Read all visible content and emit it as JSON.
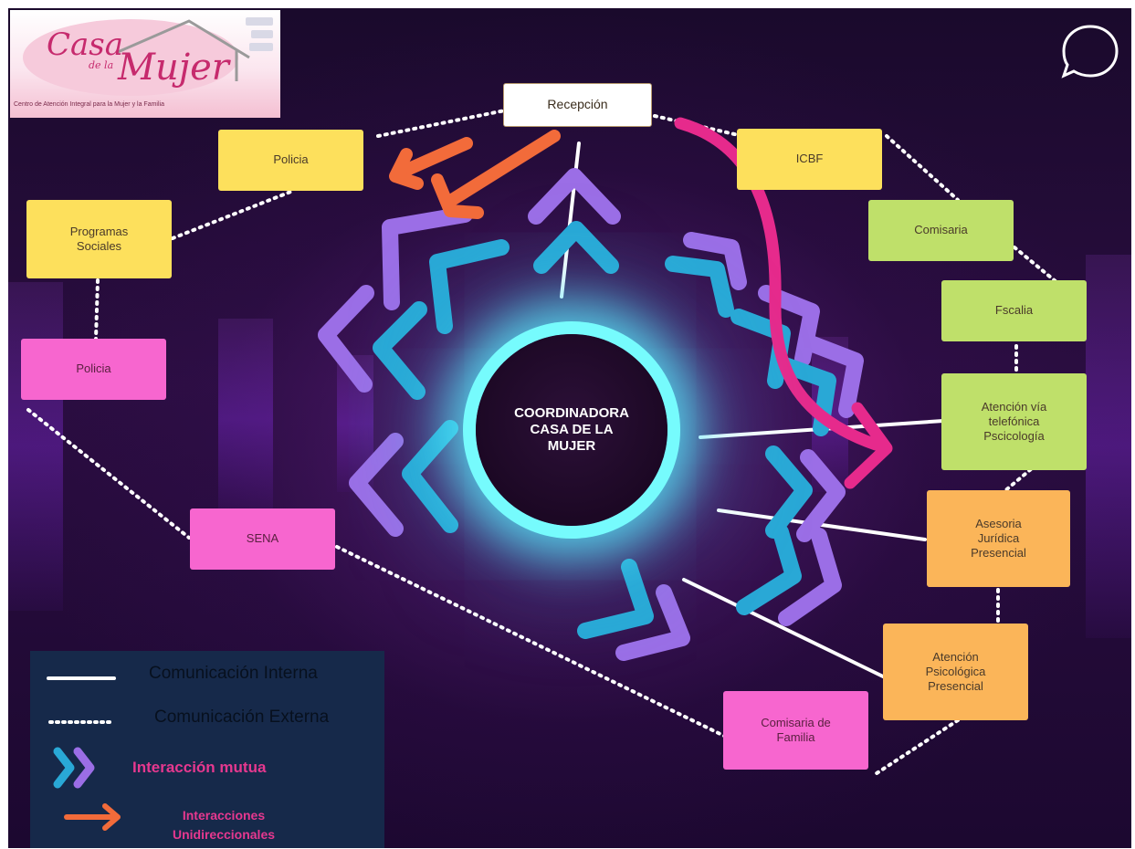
{
  "logo": {
    "casa": "Casa",
    "de_la": "de la",
    "mujer": "Mujer",
    "tagline": "Centro de Atención Integral para la Mujer y la Familia"
  },
  "center": {
    "label": "COORDINADORA\nCASA DE LA\nMUJER"
  },
  "nodes": {
    "reception": "Recepción",
    "policia_top": "Policia",
    "programas_sociales": "Programas\nSociales",
    "policia_left": "Policia",
    "sena": "SENA",
    "comisaria_familia": "Comisaria de\nFamilia",
    "icbf": "ICBF",
    "comisaria": "Comisaria",
    "fiscalia": "Fscalia",
    "atencion_telefonica": "Atención vía\ntelefónica\nPscicología",
    "asesoria_juridica": "Asesoria\nJurídica\nPresencial",
    "atencion_psicologica": "Atención\nPsicológica\nPresencial"
  },
  "legend": {
    "internal": "Comunicación Interna",
    "external": "Comunicación Externa",
    "mutual": "Interacción mutua",
    "unidirectional": "Interacciones\nUnidireccionales"
  },
  "colors": {
    "yellow": "#fde05c",
    "green": "#bfe06a",
    "pink": "#f766cf",
    "orange": "#fbb559",
    "chevron_purple": "#9b6ee6",
    "chevron_blue": "#29a8d6",
    "arrow_orange": "#f26b3a",
    "arrow_magenta": "#e62a8c",
    "glow": "#7cf4ff",
    "legend_bg": "#16294a"
  },
  "icons": {
    "chat": "chat-bubble-icon"
  }
}
